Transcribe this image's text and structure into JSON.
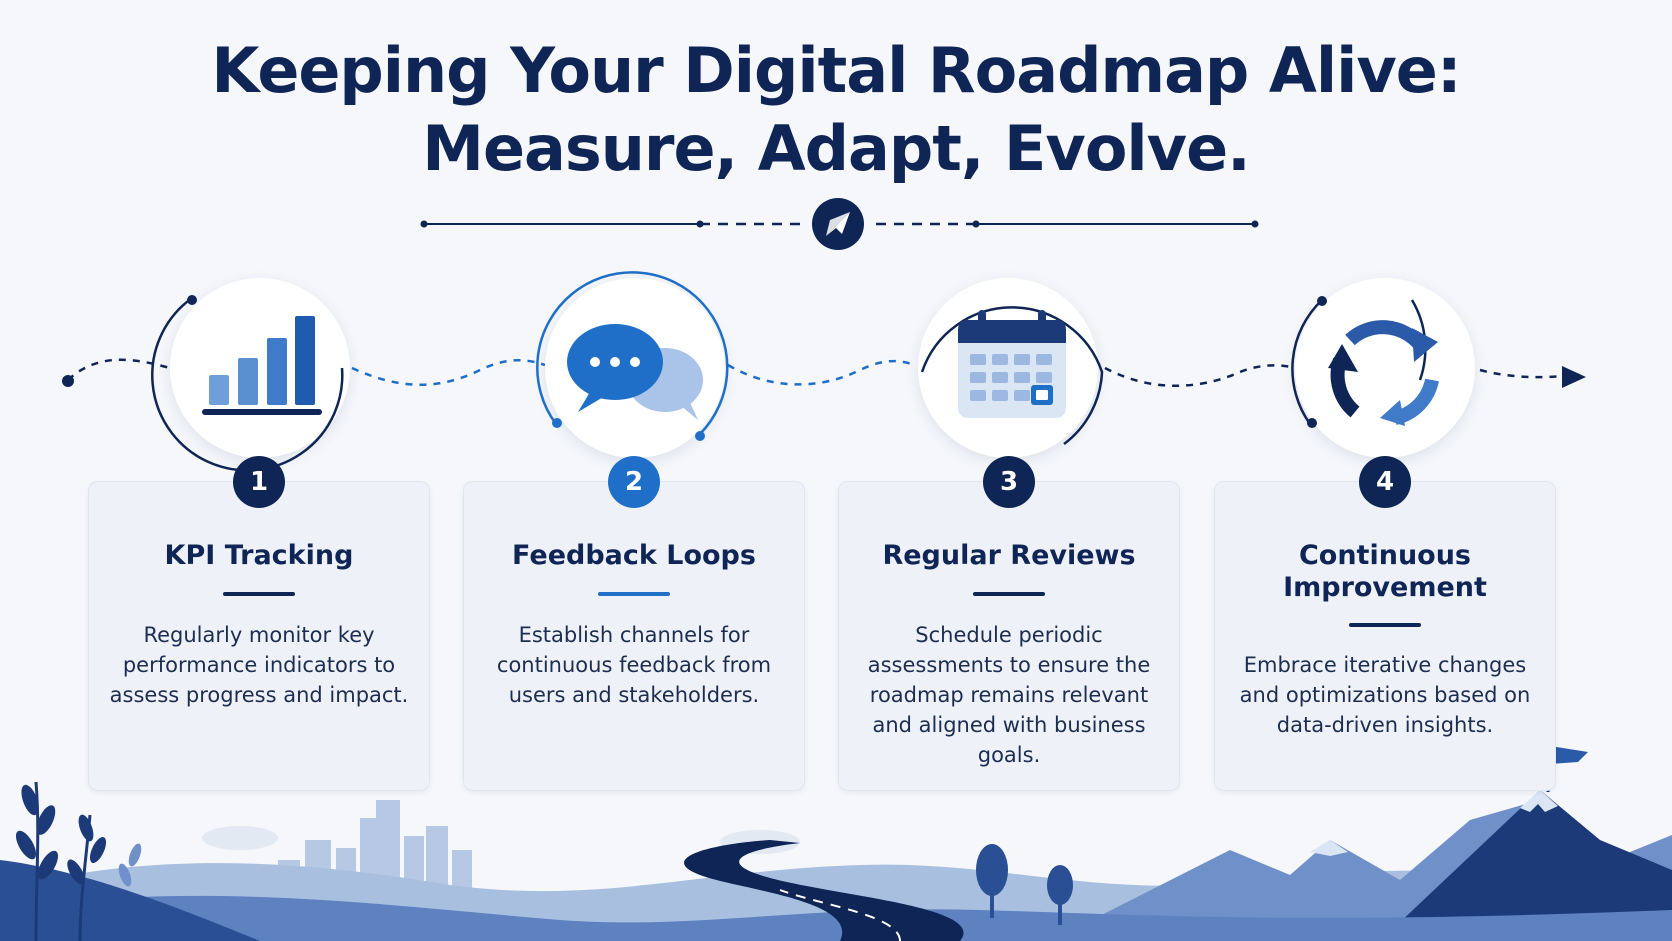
{
  "title": {
    "line1": "Keeping Your Digital Roadmap Alive:",
    "line2": "Measure, Adapt, Evolve."
  },
  "steps": [
    {
      "number": "1",
      "title": "KPI Tracking",
      "description": "Regularly monitor key performance indicators to assess progress and impact.",
      "icon": "bar-chart-icon"
    },
    {
      "number": "2",
      "title": "Feedback Loops",
      "description": "Establish channels for continuous feedback from users and stakeholders.",
      "icon": "chat-bubbles-icon"
    },
    {
      "number": "3",
      "title": "Regular Reviews",
      "description": "Schedule periodic assessments to ensure the roadmap remains relevant and aligned with business goals.",
      "icon": "calendar-icon"
    },
    {
      "number": "4",
      "title": "Continuous Improvement",
      "description": "Embrace iterative changes and optimizations based on data-driven insights.",
      "icon": "refresh-cycle-icon"
    }
  ],
  "colors": {
    "navy": "#0f2555",
    "blue": "#1f6fc8",
    "light_blue": "#6f9fd8",
    "card_bg": "#eef2f8",
    "page_bg": "#f5f7fb"
  }
}
